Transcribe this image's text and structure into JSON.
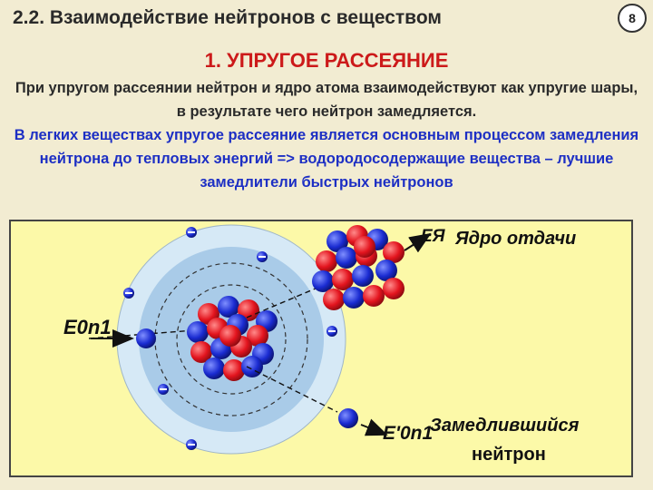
{
  "header": {
    "title": "2.2. Взаимодействие нейтронов с веществом",
    "page_number": "8"
  },
  "section": {
    "title": "1. УПРУГОЕ РАССЕЯНИЕ"
  },
  "text": {
    "para1": "При упругом рассеянии нейтрон и ядро атома взаимодействуют как упругие шары, в результате чего нейтрон замедляется.",
    "para2": "В легких веществах упругое рассеяние является основным процессом замедления нейтрона до тепловых энергий => водородосодержащие вещества – лучшие замедлители быстрых нейтронов"
  },
  "diagram": {
    "incoming_label": "E0n1",
    "recoil_energy": "EЯ",
    "recoil_label": "Ядро отдачи",
    "scattered_label": "E'0n1",
    "scattered_text_line1": "Замедлившийся",
    "scattered_text_line2": "нейтрон",
    "colors": {
      "proton": "#e3141e",
      "neutron": "#1a2bd1",
      "atom_outer": "#d6e9f6",
      "atom_inner": "#a9cbe8",
      "box_background": "#fcf9a8"
    }
  }
}
